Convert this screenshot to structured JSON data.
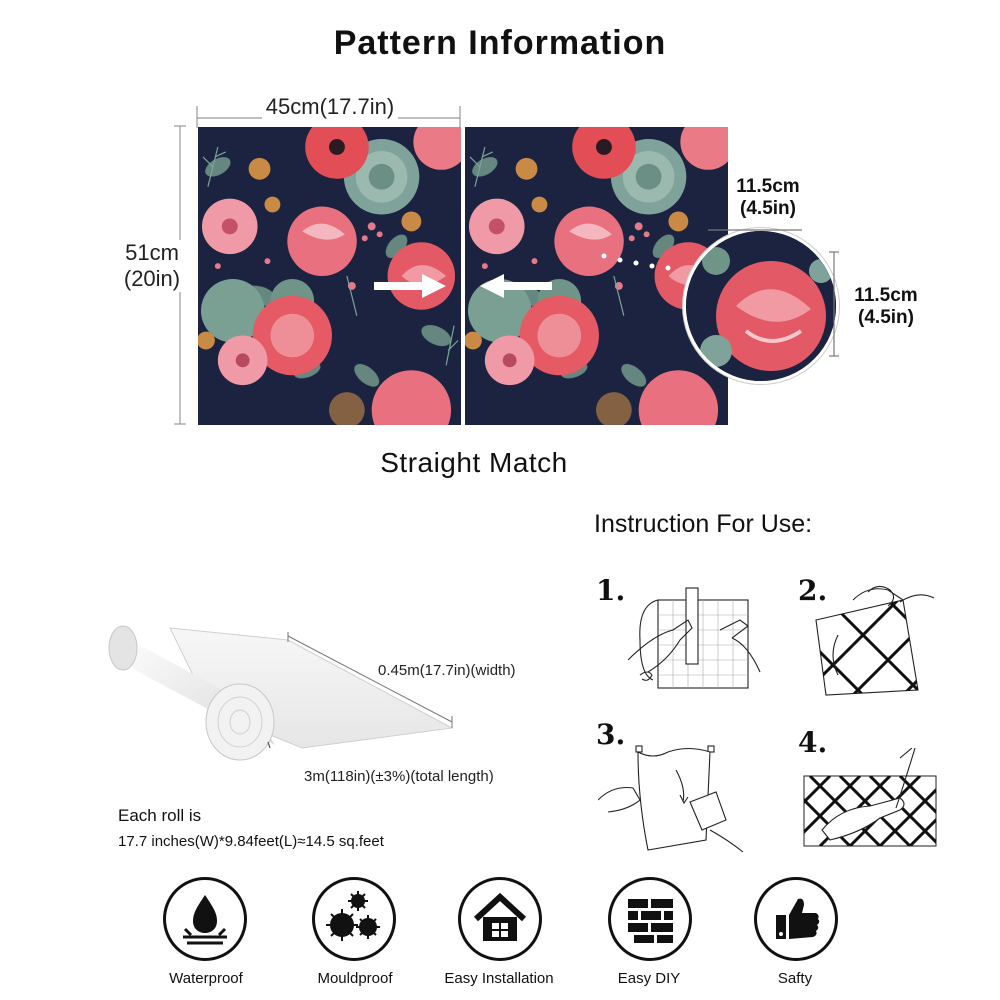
{
  "title": "Pattern Information",
  "pattern": {
    "width_label": "45cm(17.7in)",
    "height_label_cm": "51cm",
    "height_label_in": "(20in)",
    "repeat_width_cm": "11.5cm",
    "repeat_width_in": "(4.5in)",
    "repeat_height_cm": "11.5cm",
    "repeat_height_in": "(4.5in)",
    "match": "Straight Match",
    "colors": {
      "background": "#1b2340",
      "pink": "#e8707f",
      "coral": "#e34d55",
      "sage": "#7fa39a",
      "gold": "#c98a45"
    }
  },
  "roll": {
    "width_label": "0.45m(17.7in)(width)",
    "length_label": "3m(118in)(±3%)(total length)",
    "each_roll": "Each roll is",
    "spec": "17.7 inches(W)*9.84feet(L)≈14.5 sq.feet"
  },
  "instructions": {
    "title": "Instruction For Use:",
    "steps": [
      {
        "number": "1."
      },
      {
        "number": "2."
      },
      {
        "number": "3."
      },
      {
        "number": "4."
      }
    ]
  },
  "features": [
    {
      "label": "Waterproof",
      "icon": "water-drop-icon"
    },
    {
      "label": "Mouldproof",
      "icon": "mould-spores-icon"
    },
    {
      "label": "Easy Installation",
      "icon": "house-icon"
    },
    {
      "label": "Easy DIY",
      "icon": "brick-wall-icon"
    },
    {
      "label": "Safty",
      "icon": "thumbs-up-icon"
    }
  ]
}
